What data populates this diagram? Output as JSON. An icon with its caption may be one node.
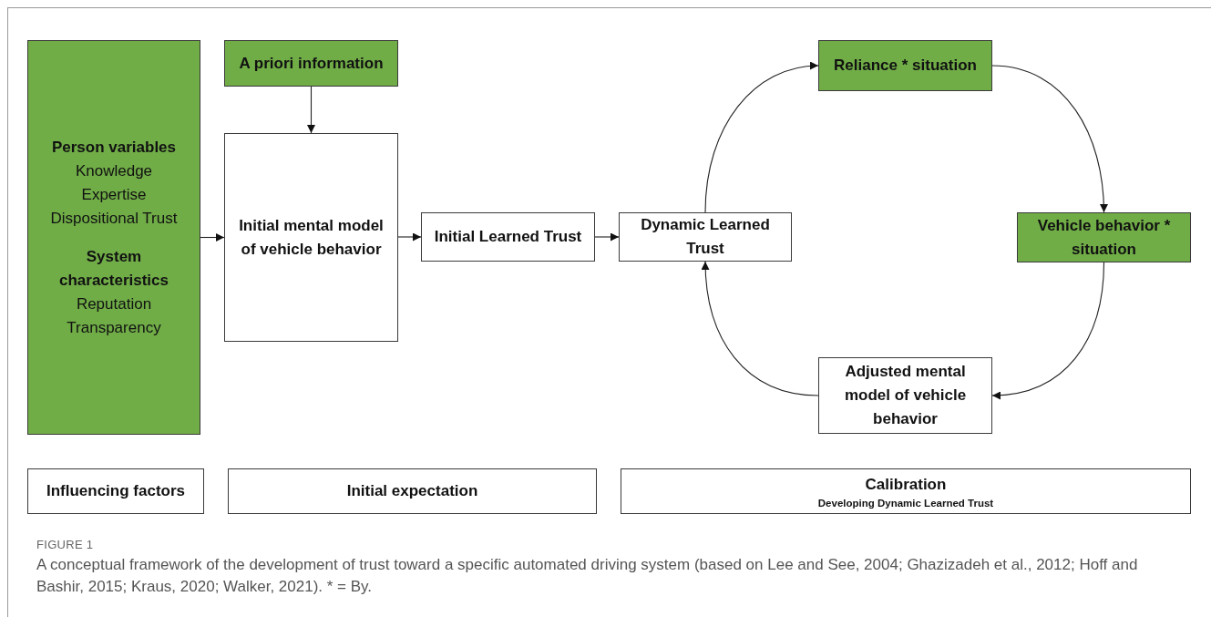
{
  "diagram": {
    "caption": "A conceptual framework of the development of trust toward a specific automated driving system (based on Lee and See, 2004; Ghazizadeh et al., 2012; Hoff and Bashir, 2015; Kraus, 2020; Walker, 2021). * = By.",
    "nodes": [
      {
        "text": [
          "Person variables",
          "Knowledge",
          "Expertise",
          "Dispositional Trust",
          "System characteristics",
          "Reputation",
          "Transparency"
        ]
      },
      {
        "text": [
          "A priori information"
        ]
      },
      {
        "text": [
          "Initial mental model of vehicle behavior"
        ]
      },
      {
        "text": [
          "Initial Learned Trust"
        ]
      },
      {
        "text": [
          "Dynamic Learned Trust"
        ]
      },
      {
        "text": [
          "Reliance * situation"
        ]
      },
      {
        "text": [
          "Vehicle behavior * situation"
        ]
      },
      {
        "text": [
          "Adjusted mental model of vehicle behavior"
        ]
      },
      {
        "text": [
          "Influencing factors"
        ]
      },
      {
        "text": [
          "Initial expectation"
        ]
      },
      {
        "text": [
          "Calibration",
          "Developing Dynamic Learned Trust"
        ]
      }
    ],
    "edges": [
      {
        "from": 0,
        "to": 2,
        "arrow": "to"
      },
      {
        "from": 1,
        "to": 2,
        "arrow": "to"
      },
      {
        "from": 2,
        "to": 3,
        "arrow": "to"
      },
      {
        "from": 3,
        "to": 4,
        "arrow": "to"
      },
      {
        "from": 4,
        "to": 5,
        "arrow": "to"
      },
      {
        "from": 5,
        "to": 6,
        "arrow": "to"
      },
      {
        "from": 6,
        "to": 7,
        "arrow": "to"
      },
      {
        "from": 7,
        "to": 4,
        "arrow": "to"
      }
    ],
    "labels": [
      "FIGURE 1"
    ]
  }
}
